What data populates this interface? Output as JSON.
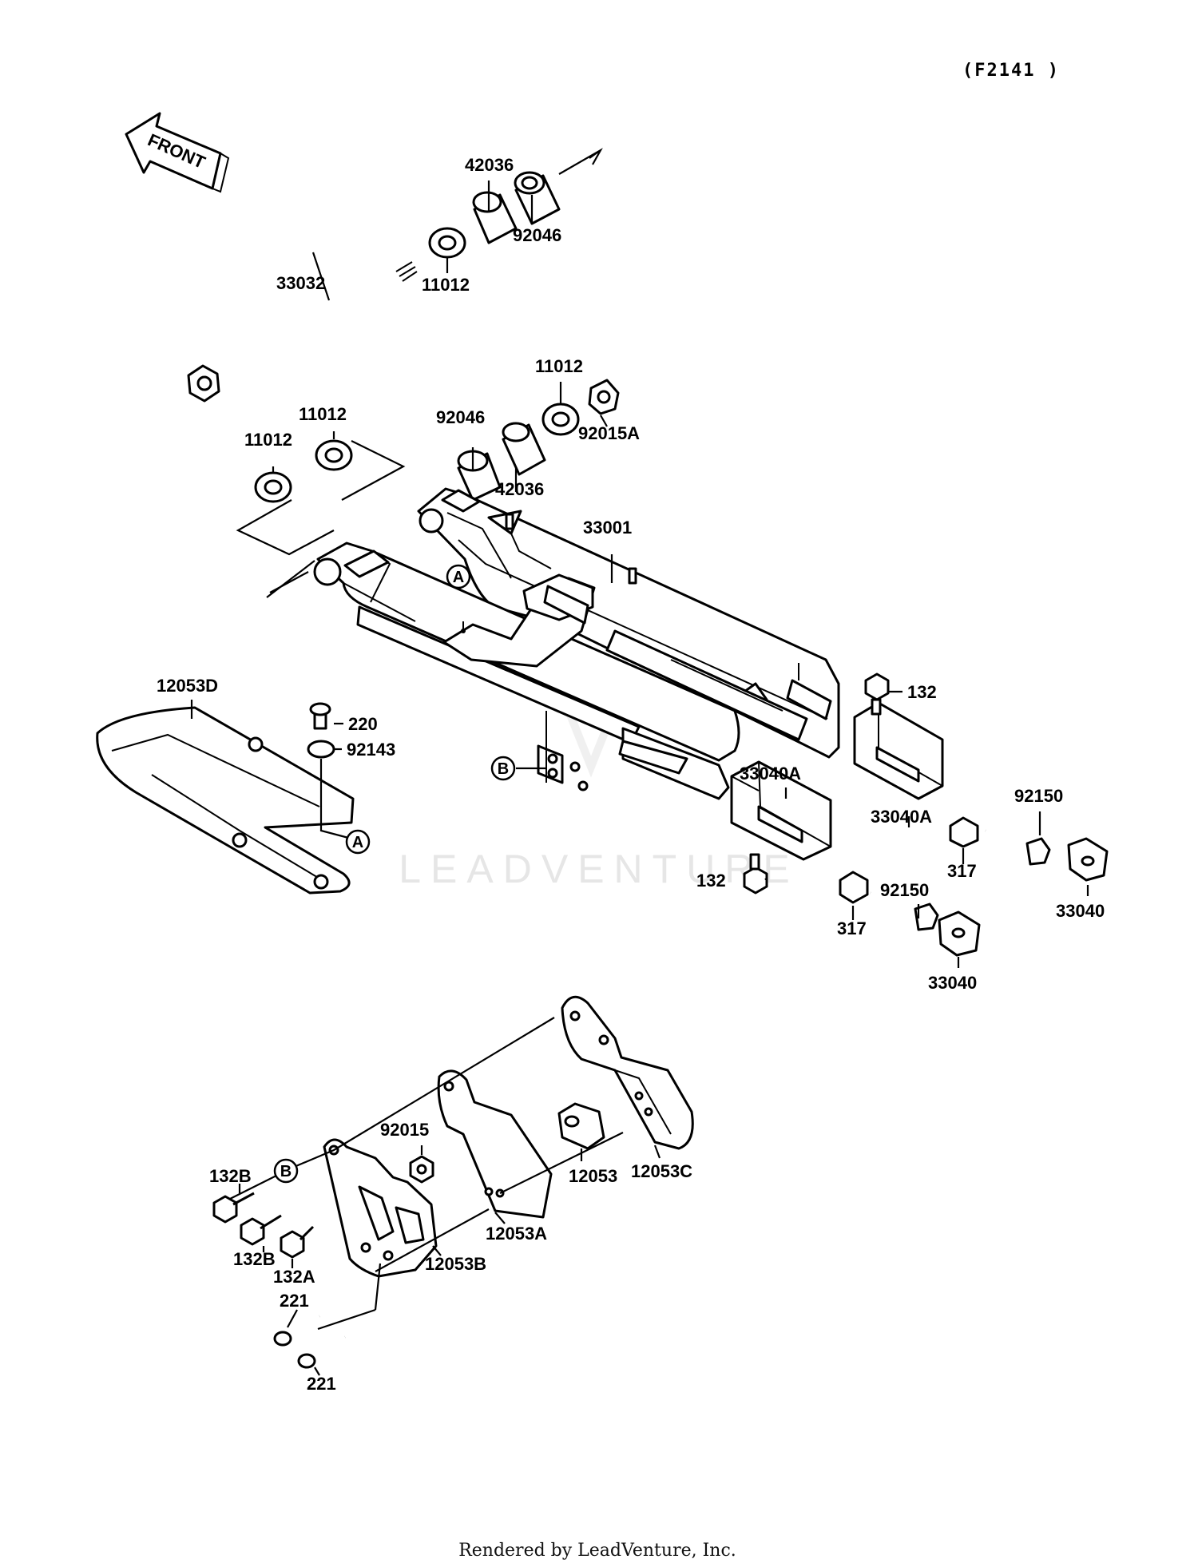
{
  "diagram_code": "(F2141 )",
  "front_label": "FRONT",
  "footer": "Rendered by LeadVenture, Inc.",
  "watermark": "LEADVENTURE",
  "reference_marks": {
    "a": "A",
    "b": "B"
  },
  "parts": {
    "p42036_top": "42036",
    "p92046_top": "92046",
    "p33032": "33032",
    "p11012_top": "11012",
    "p11012_right": "11012",
    "p92046_mid": "92046",
    "p92015A": "92015A",
    "p42036_mid": "42036",
    "p11012_left": "11012",
    "p11012_left2": "11012",
    "p33001": "33001",
    "p12053D": "12053D",
    "p220": "220",
    "p92143": "92143",
    "p132_right": "132",
    "p33040A_mid": "33040A",
    "p33040A_right": "33040A",
    "p92150_right": "92150",
    "p317_right": "317",
    "p132_mid": "132",
    "p33040_right": "33040",
    "p92150_mid": "92150",
    "p317_mid": "317",
    "p33040_mid": "33040",
    "p92015": "92015",
    "p12053C": "12053C",
    "p12053": "12053",
    "p132B_top": "132B",
    "p132B_mid": "132B",
    "p132A": "132A",
    "p12053A": "12053A",
    "p12053B": "12053B",
    "p221_top": "221",
    "p221_bottom": "221"
  }
}
